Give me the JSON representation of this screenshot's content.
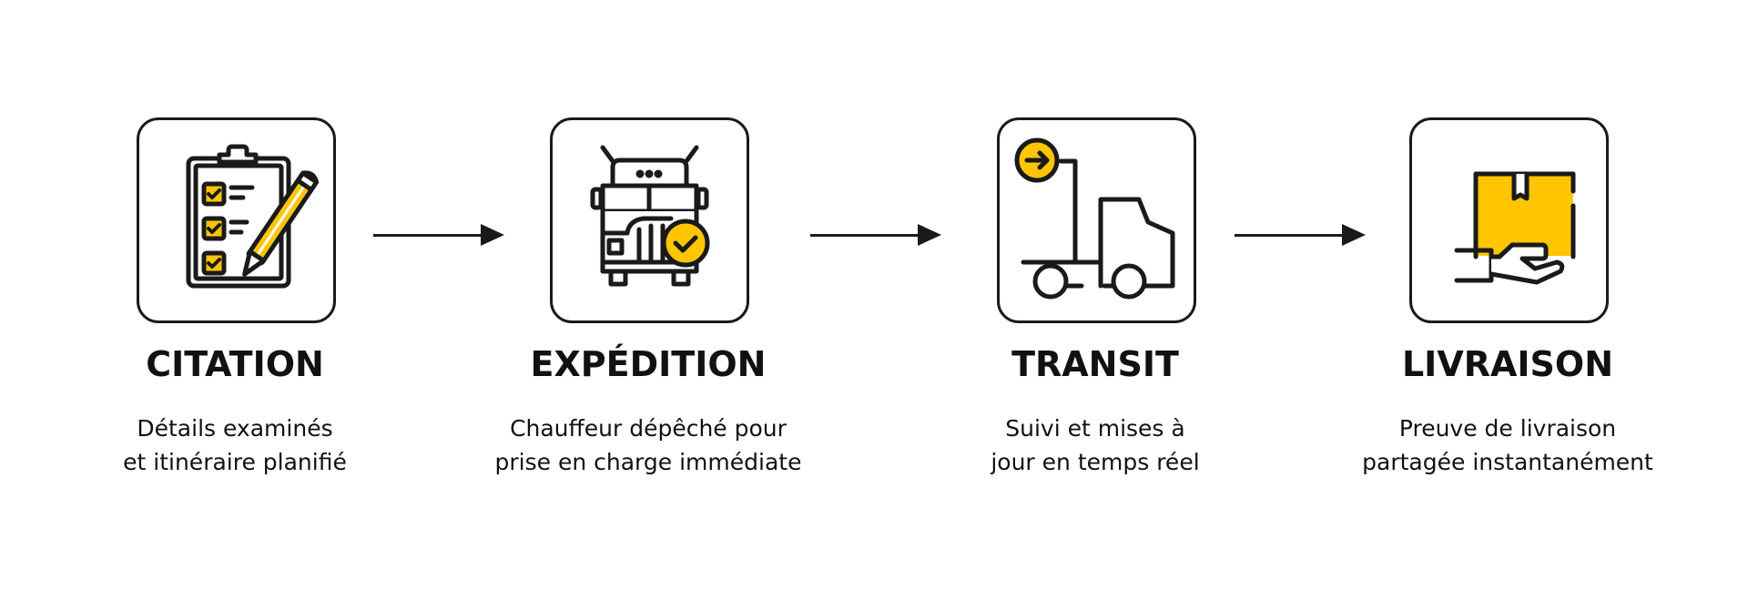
{
  "colors": {
    "accent": "#FFC600",
    "stroke": "#1a1a1a",
    "background": "#ffffff"
  },
  "steps": [
    {
      "title": "CITATION",
      "icon": "clipboard-checklist-pencil-icon",
      "desc_line1": "Détails examinés",
      "desc_line2": "et itinéraire planifié"
    },
    {
      "title": "EXPÉDITION",
      "icon": "truck-front-checkmark-icon",
      "desc_line1": "Chauffeur dépêché pour",
      "desc_line2": "prise en charge immédiate"
    },
    {
      "title": "TRANSIT",
      "icon": "truck-side-arrow-icon",
      "desc_line1": "Suivi et mises à",
      "desc_line2": "jour en temps réel"
    },
    {
      "title": "LIVRAISON",
      "icon": "hand-holding-package-icon",
      "desc_line1": "Preuve de livraison",
      "desc_line2": "partagée instantanément"
    }
  ],
  "connectors": [
    "arrow-right",
    "arrow-right",
    "arrow-right"
  ]
}
